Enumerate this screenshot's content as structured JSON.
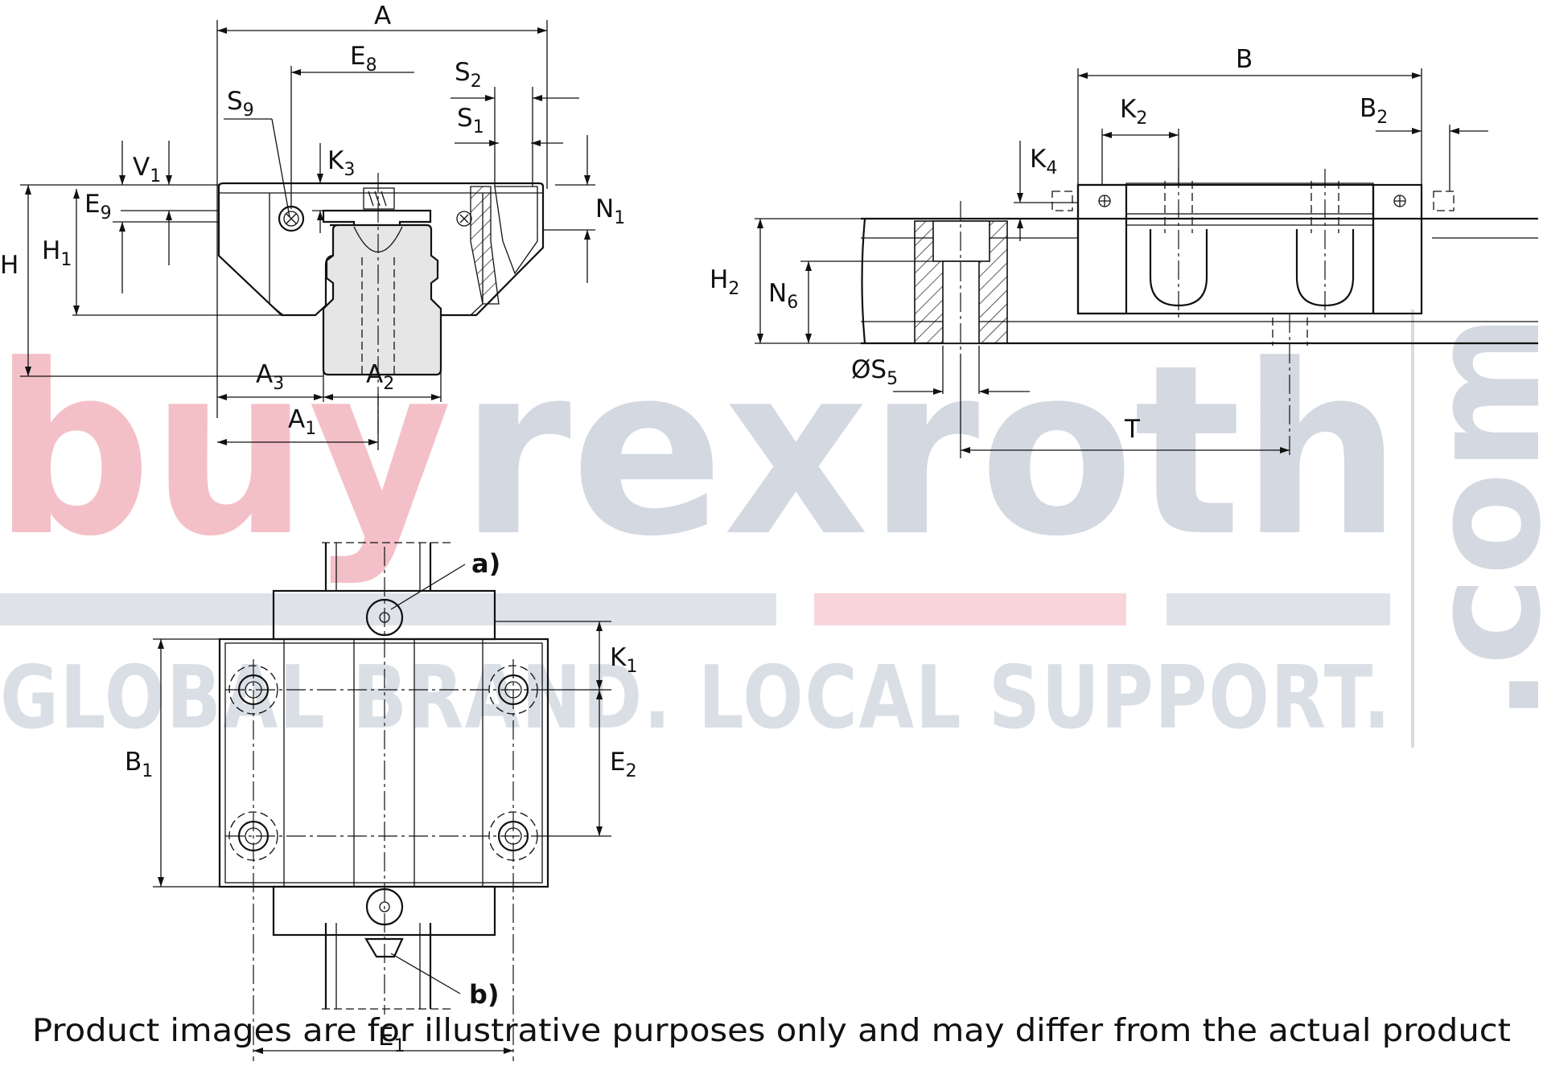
{
  "labels": {
    "A": "A",
    "E": "E",
    "S": "S",
    "V": "V",
    "K": "K",
    "H": "H",
    "N": "N",
    "B": "B",
    "T": "T",
    "dia_S": "ØS",
    "n1": "1",
    "n2": "2",
    "n3": "3",
    "n4": "4",
    "n5": "5",
    "n6": "6",
    "n8": "8",
    "n9": "9",
    "callout_a": "a)",
    "callout_b": "b)"
  },
  "watermark": {
    "brand_part1": "buy",
    "brand_part2": "rexroth",
    "tld": ".com",
    "tagline": "GLOBAL BRAND. LOCAL SUPPORT."
  },
  "disclaimer": "Product images are for illustrative purposes only and may differ from the actual product",
  "colors": {
    "line": "#111111",
    "profile_fill": "#e6e6e6",
    "watermark_pink": "#f0a9b4",
    "watermark_gray": "#b9c1cf"
  }
}
